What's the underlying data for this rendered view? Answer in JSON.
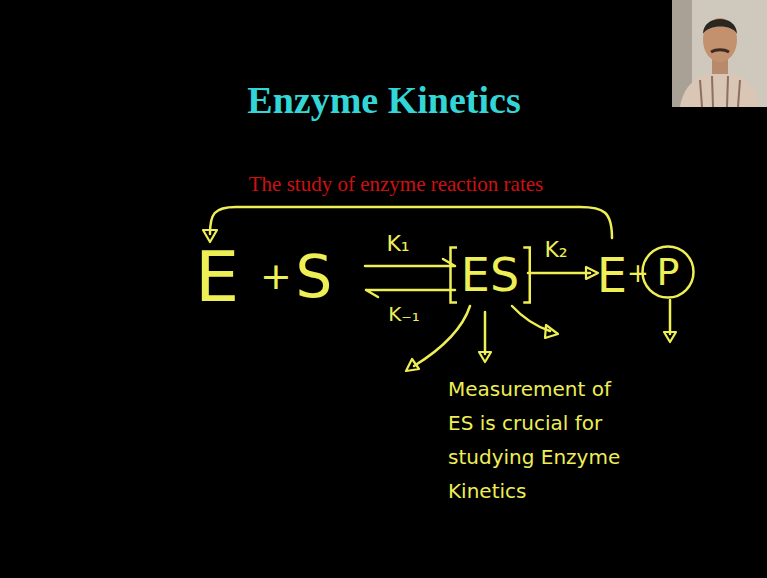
{
  "diagram": {
    "title": "Enzyme Kinetics",
    "nodes": [
      {
        "text": [
          "ES"
        ]
      },
      {
        "text": [
          "P"
        ]
      }
    ],
    "labels": [
      "The study of enzyme reaction rates",
      "E",
      "+",
      "S",
      "K₁",
      "K₋₁",
      "K₂",
      "E",
      "+",
      "Measurement of ES is crucial for studying Enzyme Kinetics"
    ]
  }
}
